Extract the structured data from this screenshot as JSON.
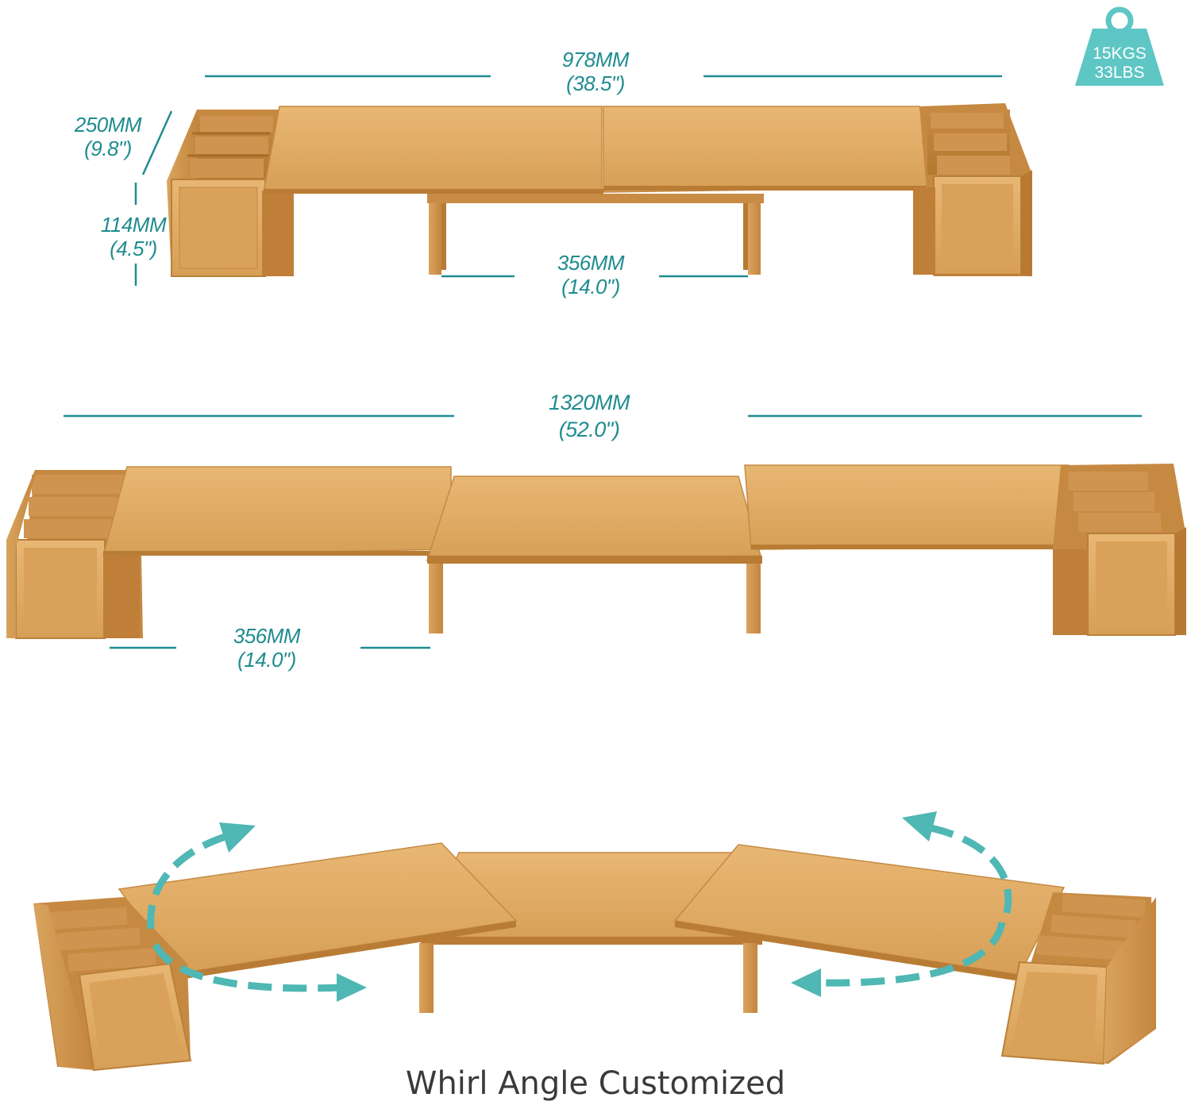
{
  "dimensions": {
    "top_width": {
      "mm": "978MM",
      "in": "(38.5\")"
    },
    "depth": {
      "mm": "250MM",
      "in": "(9.8\")"
    },
    "height": {
      "mm": "114MM",
      "in": "(4.5\")"
    },
    "top_leg_span": {
      "mm": "356MM",
      "in": "(14.0\")"
    },
    "extended_width": {
      "mm": "1320MM",
      "in": "(52.0\")"
    },
    "middle_leg_span": {
      "mm": "356MM",
      "in": "(14.0\")"
    }
  },
  "weight_badge": {
    "kg": "15KGS",
    "lbs": "33LBS"
  },
  "caption": "Whirl Angle Customized",
  "colors": {
    "accent": "#1f8c8f",
    "wood": "#dca45c",
    "wood_dark": "#b87a35"
  }
}
